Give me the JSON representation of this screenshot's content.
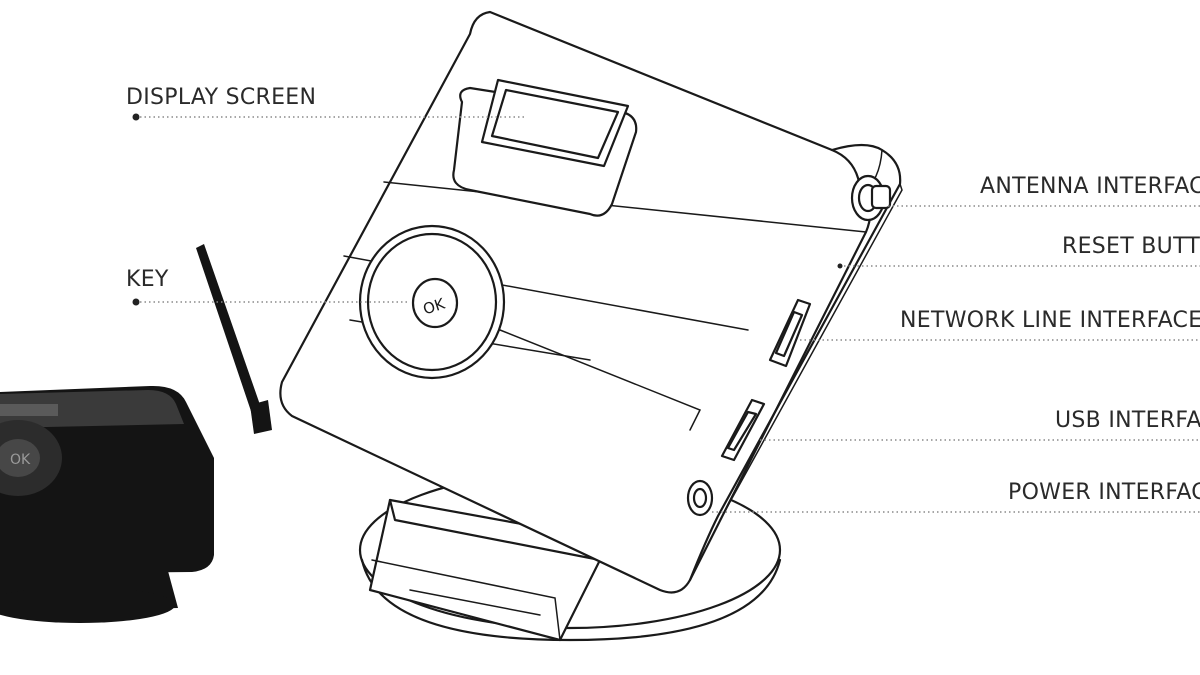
{
  "labels": {
    "display_screen": "DISPLAY SCREEN",
    "key": "KEY",
    "antenna_interface": "ANTENNA INTERFACE",
    "reset_button": "RESET BUTTON",
    "network_line_interface": "NETWORK LINE INTERFACE",
    "usb_interface": "USB INTERFACE",
    "power_interface": "POWER INTERFACE"
  },
  "key_button_text": "OK"
}
